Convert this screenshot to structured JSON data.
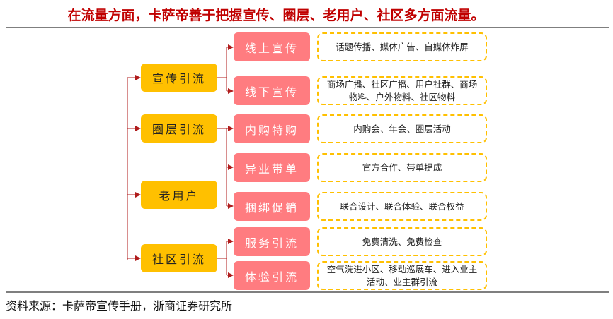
{
  "title": "在流量方面，卡萨帝善于把握宣传、圈层、老用户、社区多方面流量。",
  "categories": [
    {
      "label": "宣传引流",
      "channels": [
        {
          "label": "线上宣传",
          "detail": "话题传播、媒体广告、自媒体炸屏"
        },
        {
          "label": "线下宣传",
          "detail": "商场广播、社区广播、用户社群、商场物料、户外物料、社区物料"
        }
      ]
    },
    {
      "label": "圈层引流",
      "channels": [
        {
          "label": "内购特购",
          "detail": "内购会、年会、圈层活动"
        },
        {
          "label": "异业带单",
          "detail": "官方合作、带单提成"
        },
        {
          "label": "捆绑促销",
          "detail": "联合设计、联合体验、联合权益"
        }
      ]
    },
    {
      "label": "老用户",
      "channels": []
    },
    {
      "label": "社区引流",
      "channels": [
        {
          "label": "服务引流",
          "detail": "免费清洗、免费检查"
        },
        {
          "label": "体验引流",
          "detail": "空气洗进小区、移动巡展车、进入业主活动、业主群引流"
        }
      ]
    }
  ],
  "source": "资料来源：卡萨帝宣传手册，浙商证券研究所",
  "colors": {
    "title": "#c00000",
    "level1": "#ffc000",
    "level2": "#ff7c80",
    "connector": "#b01c1c"
  }
}
